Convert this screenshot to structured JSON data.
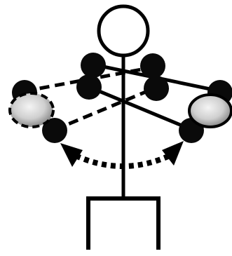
{
  "figure": {
    "description_visible_text": "",
    "colors": {
      "stroke": "#000000",
      "joint": "#0a0a0a",
      "hand_light": "#f2f2f2",
      "hand_dark": "#7a7a7a",
      "background": "#ffffff"
    },
    "elements": {
      "head": "head-outline",
      "torso": "torso-spine",
      "hips": "hips-frame",
      "left_arm_raised": "dashed-arm-left",
      "right_arm_raised": "solid-arm-right",
      "swing_arc": "dotted-swing-arc"
    }
  }
}
